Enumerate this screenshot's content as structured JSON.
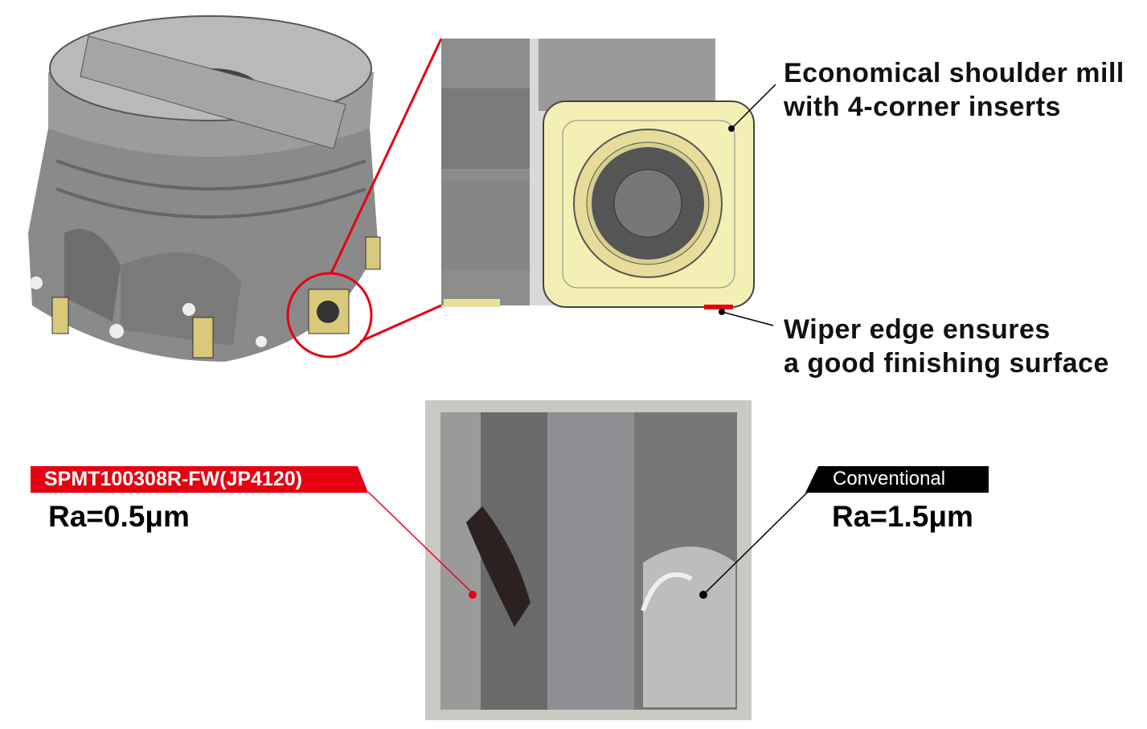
{
  "callouts": {
    "shoulder_mill": [
      "Economical shoulder mill",
      "with 4-corner inserts"
    ],
    "wiper_edge": [
      "Wiper edge ensures",
      "a good finishing surface"
    ]
  },
  "comparison": {
    "left": {
      "tag": "SPMT100308R-FW(JP4120)",
      "ra": "Ra=0.5μm",
      "color": "#e60012"
    },
    "right": {
      "tag": "Conventional",
      "ra": "Ra=1.5μm",
      "color": "#000000"
    }
  }
}
